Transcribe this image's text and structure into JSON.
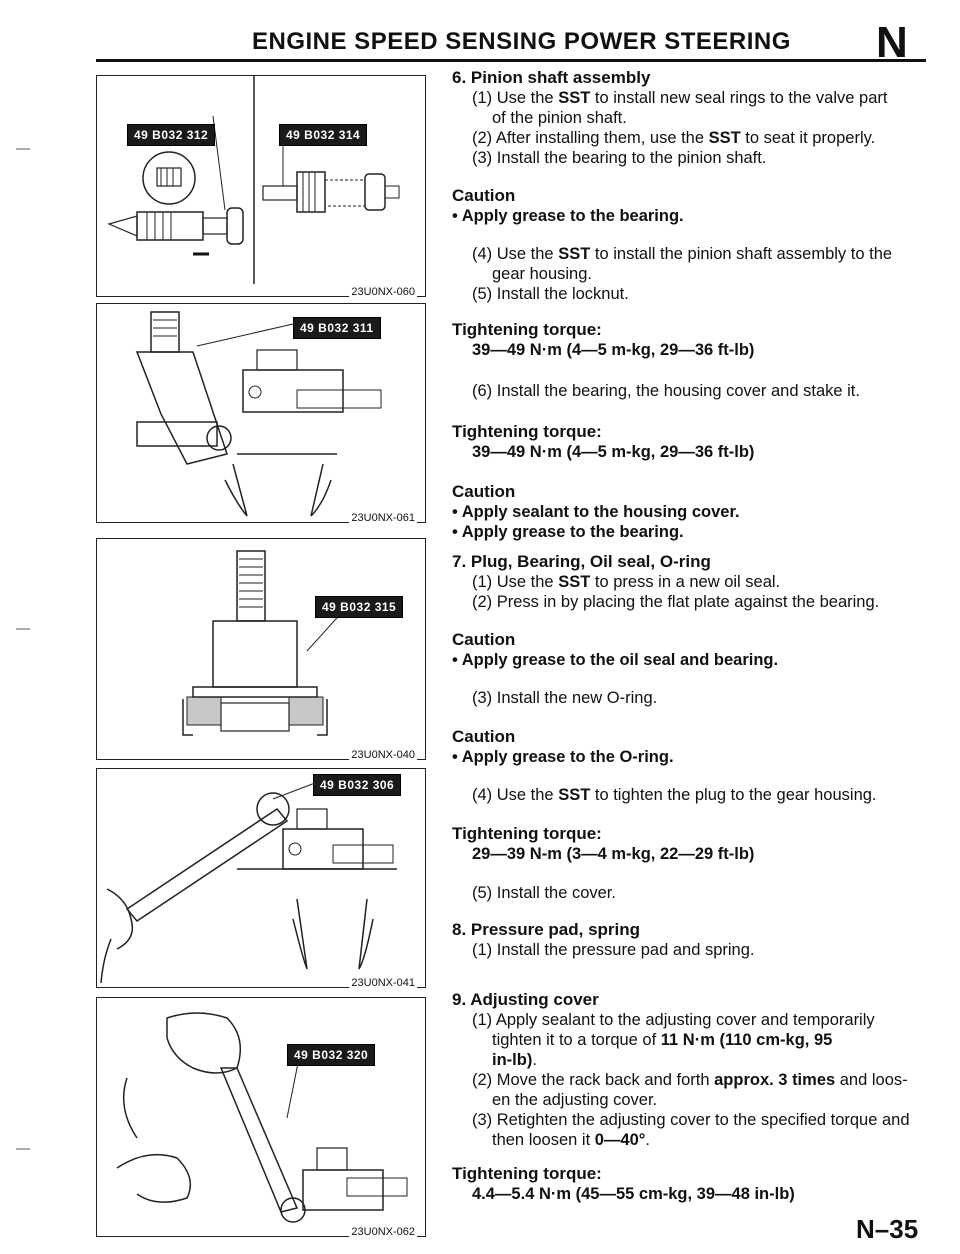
{
  "header": {
    "title": "ENGINE SPEED SENSING POWER STEERING",
    "section_letter": "N"
  },
  "figures": [
    {
      "tags": [
        "49 B032 312",
        "49 B032 314"
      ],
      "caption": "23U0NX-060"
    },
    {
      "tags": [
        "49 B032 311"
      ],
      "caption": "23U0NX-061"
    },
    {
      "tags": [
        "49 B032 315"
      ],
      "caption": "23U0NX-040"
    },
    {
      "tags": [
        "49 B032 306"
      ],
      "caption": "23U0NX-041"
    },
    {
      "tags": [
        "49 B032 320"
      ],
      "caption": "23U0NX-062"
    }
  ],
  "s6": {
    "heading": "6. Pinion shaft assembly",
    "st1a": "(1) Use the ",
    "sst": "SST",
    "st1b": " to install new seal rings to the valve part",
    "st1c": "of the pinion shaft.",
    "st2a": "(2) After installing them, use the ",
    "st2b": " to seat it properly.",
    "st3": "(3) Install the bearing to the pinion shaft.",
    "caution": "Caution",
    "c1": "• Apply grease to the bearing.",
    "st4a": "(4) Use the ",
    "st4b": " to install the pinion shaft assembly to the",
    "st4c": "gear housing.",
    "st5": "(5) Install the locknut.",
    "tt_label": "Tightening torque:",
    "tt1": "39—49 N·m (4—5 m-kg, 29—36 ft-lb)",
    "st6": "(6) Install the bearing, the housing cover and stake it.",
    "tt2": "39—49 N·m (4—5 m-kg, 29—36 ft-lb)",
    "c2a": "• Apply sealant to the housing cover.",
    "c2b": "• Apply grease to the bearing."
  },
  "s7": {
    "heading": "7. Plug, Bearing, Oil seal, O-ring",
    "st1a": "(1) Use the ",
    "st1b": " to press in a new oil seal.",
    "st2": "(2) Press in by placing the flat plate against the bearing.",
    "c1": "• Apply grease to the oil seal and bearing.",
    "st3": "(3) Install the new O-ring.",
    "c2": "• Apply grease to the O-ring.",
    "st4a": "(4) Use the ",
    "st4b": " to tighten the plug to the gear housing.",
    "tt": "29—39 N-m (3—4 m-kg, 22—29 ft-lb)",
    "st5": "(5) Install the cover."
  },
  "s8": {
    "heading": "8. Pressure pad, spring",
    "st1": "(1) Install the pressure pad and spring."
  },
  "s9": {
    "heading": "9. Adjusting cover",
    "st1a": "(1) Apply sealant to the adjusting cover and temporarily",
    "st1b": "tighten it to a torque of ",
    "st1c": "11 N·m (110 cm-kg, 95",
    "st1d": "in-lb)",
    "st1e": ".",
    "st2a": "(2) Move the rack back and forth ",
    "st2b": "approx. 3 times",
    "st2c": " and loos-",
    "st2d": "en the adjusting cover.",
    "st3a": "(3) Retighten the adjusting cover to the specified torque and",
    "st3b": "then loosen it ",
    "st3c": "0—40°",
    "st3d": ".",
    "tt": "4.4—5.4 N·m (45—55 cm-kg, 39—48 in-lb)"
  },
  "footer": {
    "page": "N–35"
  }
}
